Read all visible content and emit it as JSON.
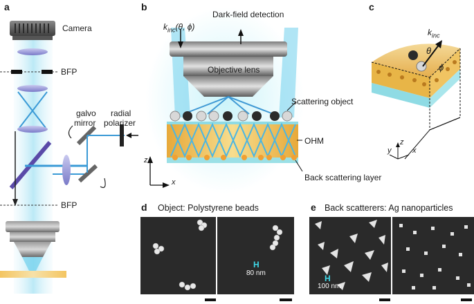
{
  "panels": {
    "a": {
      "letter": "a",
      "labels": {
        "camera": "Camera",
        "bfp_top": "BFP",
        "galvo_line1": "galvo",
        "galvo_line2": "mirror",
        "radial_line1": "radial",
        "radial_line2": "polarizer",
        "bfp_bottom": "BFP"
      }
    },
    "b": {
      "letter": "b",
      "labels": {
        "k_inc": "k",
        "k_inc_sub": "inc",
        "k_inc_args": "(θ, ϕ)",
        "dark_field": "Dark-field detection",
        "objective": "Objective lens",
        "scattering_object": "Scattering object",
        "ohm": "OHM",
        "back_scattering_layer": "Back scattering layer",
        "axis_z": "z",
        "axis_x": "x"
      }
    },
    "c": {
      "letter": "c",
      "labels": {
        "k_inc": "k",
        "k_inc_sub": "inc",
        "theta": "θ",
        "phi": "ϕ",
        "axis_z": "z",
        "axis_y": "y",
        "axis_x": "x"
      }
    },
    "d": {
      "letter": "d",
      "title": "Object: Polystyrene beads",
      "scale_label": "80 nm",
      "scale_marker": "H"
    },
    "e": {
      "letter": "e",
      "title": "Back scatterers: Ag nanoparticles",
      "scale_label": "100 nm",
      "scale_marker": "H"
    }
  },
  "colors": {
    "beam": "#4fc3e8",
    "beam_dark": "#1a6fb0",
    "gold": "#e7a93a",
    "cyan_layer": "#7fd6dd",
    "dark_bead": "#2b2b2b",
    "light_bead": "#d8d8d8"
  }
}
